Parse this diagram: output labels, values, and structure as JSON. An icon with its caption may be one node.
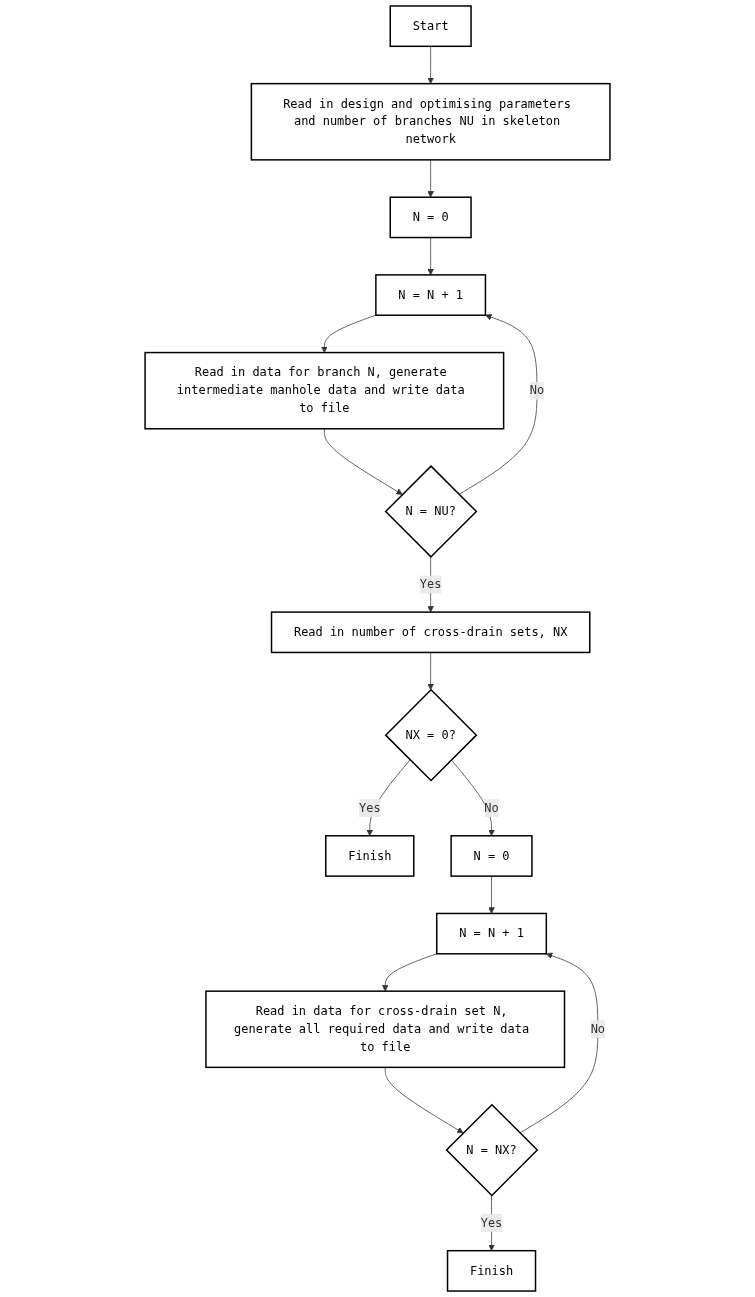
{
  "diagram": {
    "nodes": [
      {
        "text": [
          "Start"
        ]
      },
      {
        "text": [
          "Read in design and optimising parameters and number of branches NU in skeleton network"
        ]
      },
      {
        "text": [
          "N = 0"
        ]
      },
      {
        "text": [
          "N = N + 1"
        ]
      },
      {
        "text": [
          "Read in data for branch N, generate intermediate manhole data and write data to file"
        ]
      },
      {
        "text": [
          "N = NU?"
        ]
      },
      {
        "text": [
          "Read in number of cross-drain sets, NX"
        ]
      },
      {
        "text": [
          "NX = 0?"
        ]
      },
      {
        "text": [
          "Finish"
        ]
      },
      {
        "text": [
          "N = 0"
        ]
      },
      {
        "text": [
          "N = N + 1"
        ]
      },
      {
        "text": [
          "Read in data for cross-drain set N, generate all required data and write data to file"
        ]
      },
      {
        "text": [
          "N = NX?"
        ]
      },
      {
        "text": [
          "Finish"
        ]
      }
    ],
    "edges": [
      {
        "from": 0,
        "to": 1,
        "arrow": "to"
      },
      {
        "from": 1,
        "to": 2,
        "arrow": "to"
      },
      {
        "from": 2,
        "to": 3,
        "arrow": "to"
      },
      {
        "from": 3,
        "to": 4,
        "arrow": "to"
      },
      {
        "from": 4,
        "to": 5,
        "arrow": "to"
      },
      {
        "from": 5,
        "to": 3,
        "arrow": "to",
        "label": "No"
      },
      {
        "from": 5,
        "to": 6,
        "arrow": "to",
        "label": "Yes"
      },
      {
        "from": 6,
        "to": 7,
        "arrow": "to"
      },
      {
        "from": 7,
        "to": 8,
        "arrow": "to",
        "label": "Yes"
      },
      {
        "from": 7,
        "to": 9,
        "arrow": "to",
        "label": "No"
      },
      {
        "from": 9,
        "to": 10,
        "arrow": "to"
      },
      {
        "from": 10,
        "to": 11,
        "arrow": "to"
      },
      {
        "from": 11,
        "to": 12,
        "arrow": "to"
      },
      {
        "from": 12,
        "to": 10,
        "arrow": "to",
        "label": "No"
      },
      {
        "from": 12,
        "to": 13,
        "arrow": "to",
        "label": "Yes"
      }
    ]
  }
}
